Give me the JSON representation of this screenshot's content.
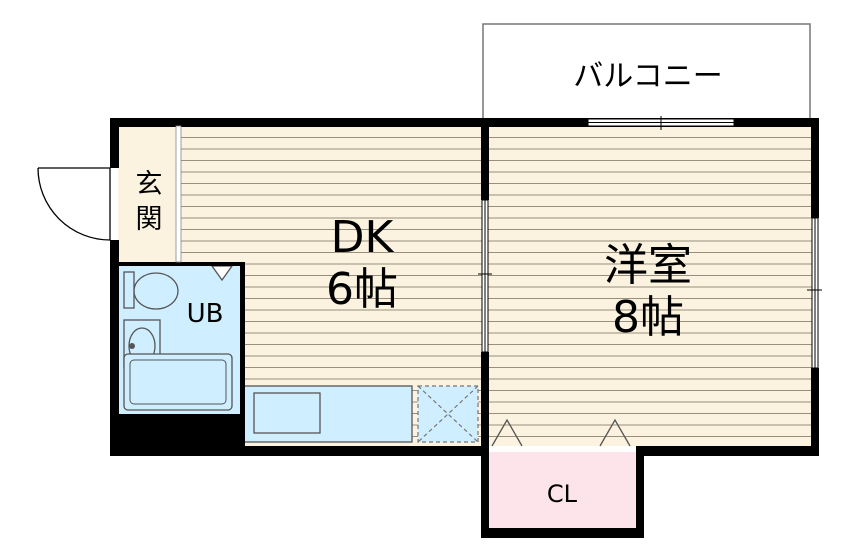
{
  "floorplan": {
    "balcony_label": "バルコニー",
    "entrance_label_1": "玄",
    "entrance_label_2": "関",
    "dk_label": "DK",
    "dk_size": "6帖",
    "western_room_label": "洋室",
    "western_room_size": "8帖",
    "bathroom_label": "UB",
    "closet_label": "CL",
    "colors": {
      "floor": "#fbf2df",
      "floor_stripe": "#9a8f7c",
      "bathroom": "#cfeeff",
      "closet": "#fde3ea",
      "wall": "#000000"
    }
  }
}
